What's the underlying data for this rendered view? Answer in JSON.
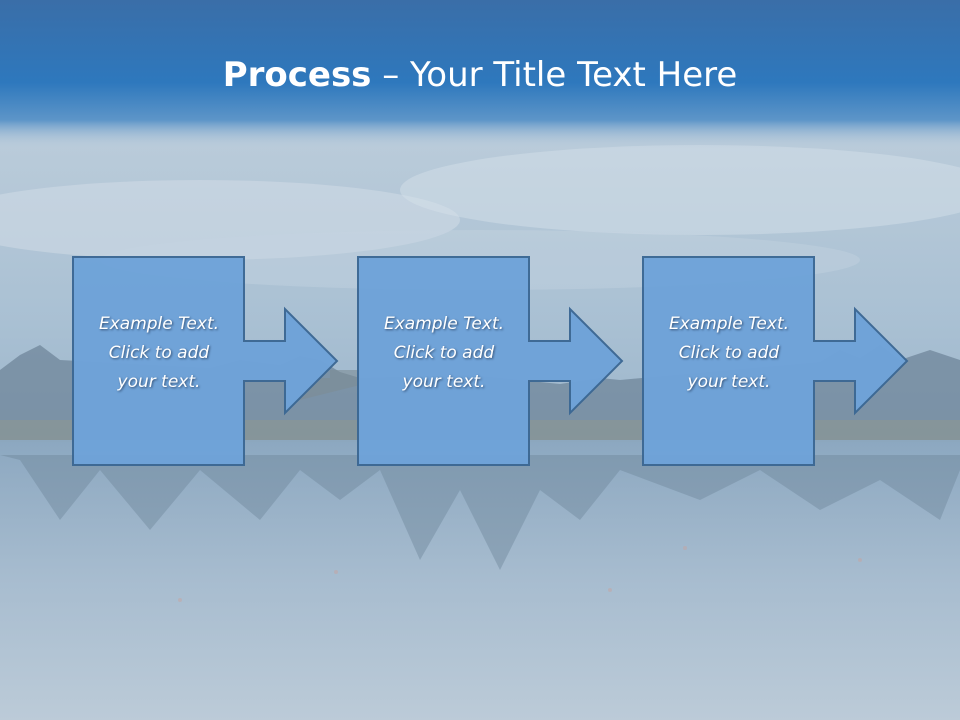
{
  "title": {
    "bold": "Process",
    "rest": " – Your Title Text Here"
  },
  "steps": [
    {
      "lines": [
        "Example Text.",
        "Click  to add",
        "your text."
      ]
    },
    {
      "lines": [
        "Example Text.",
        "Click  to add",
        "your text."
      ]
    },
    {
      "lines": [
        "Example Text.",
        "Click  to add",
        "your text."
      ]
    }
  ],
  "colors": {
    "title_bar": "#2e75b6",
    "step_fill": "#6fa3d9",
    "step_stroke": "#3c6894"
  }
}
